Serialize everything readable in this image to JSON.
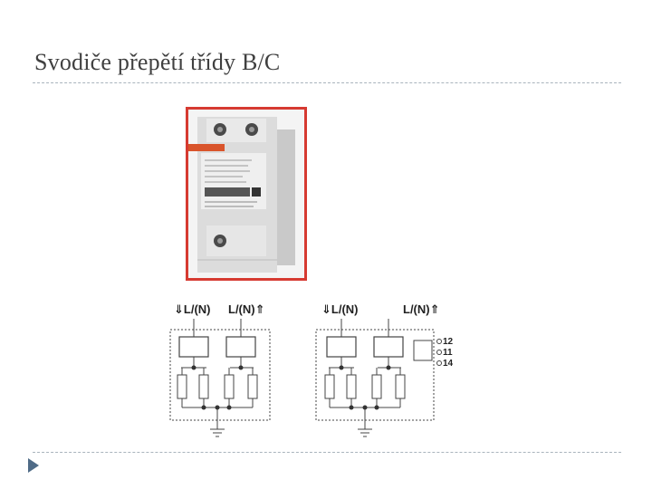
{
  "slide": {
    "title": "Svodiče přepětí třídy B/C"
  },
  "product_photo": {
    "label": "surge arrester product photo"
  },
  "diagram_left": {
    "terminal_left": "⇓L/(N)",
    "terminal_right": "L/(N)⇑"
  },
  "diagram_right": {
    "terminal_left": "⇓L/(N)",
    "terminal_right": "L/(N)⇑",
    "signal_terminals": [
      "12",
      "11",
      "14"
    ]
  },
  "colors": {
    "accent_border": "#d63a31",
    "rule": "#a9b4bd",
    "bullet": "#4f6b87"
  }
}
